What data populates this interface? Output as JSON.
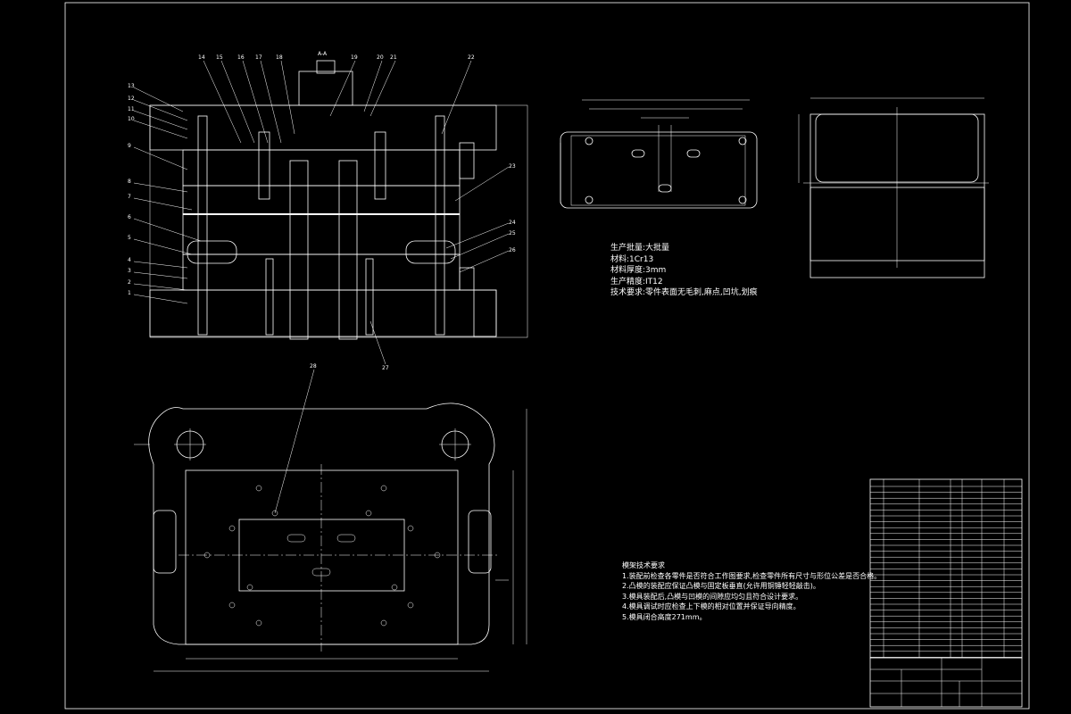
{
  "section_label": "A-A",
  "part_numbers": [
    "1",
    "2",
    "3",
    "4",
    "5",
    "6",
    "7",
    "8",
    "9",
    "10",
    "11",
    "12",
    "13",
    "14",
    "15",
    "16",
    "17",
    "18",
    "19",
    "20",
    "21",
    "22",
    "23",
    "24",
    "25",
    "26",
    "27",
    "28"
  ],
  "params": {
    "line1": "生产批量:大批量",
    "line2": "材料:1Cr13",
    "line3": "材料厚度:3mm",
    "line4": "生产精度:IT12",
    "line5": "技术要求:零件表面无毛刺,麻点,凹坑,划痕"
  },
  "requirements": {
    "heading": "模架技术要求",
    "item1": "1.装配前检查各零件是否符合工作图要求,检查零件所有尺寸与形位公差是否合格。",
    "item2": "2.凸模的装配应保证凸模与固定板垂直(允许用铜锤轻轻敲击)。",
    "item3": "3.模具装配后,凸模与凹模的间隙应均匀且符合设计要求。",
    "item4": "4.模具调试时应检查上下模的相对位置并保证导向精度。",
    "item5": "5.模具闭合高度271mm。"
  }
}
